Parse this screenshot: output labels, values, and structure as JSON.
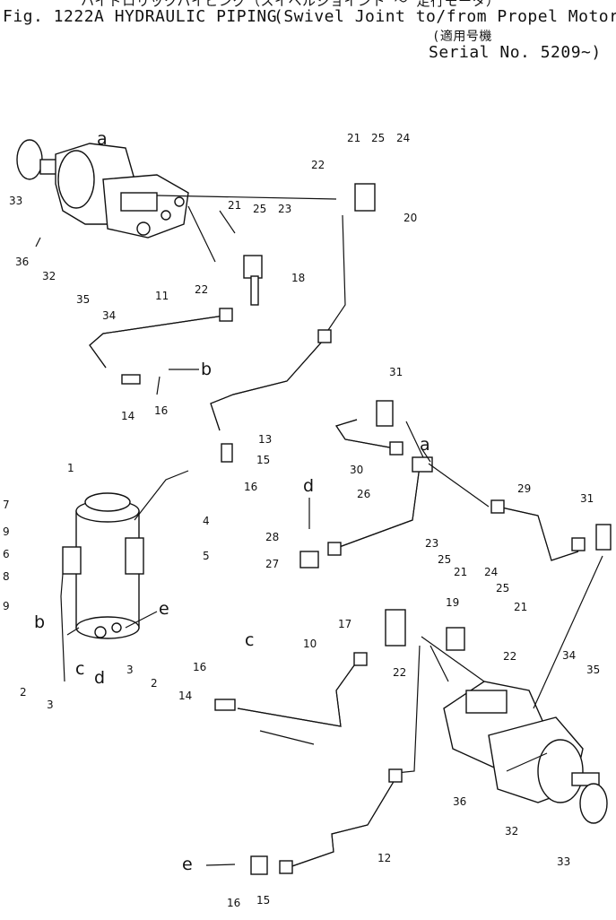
{
  "header": {
    "jp_line": "ハイドロリックパイピング（スイベルジョイント ～ 走行モータ）",
    "fig_title": "Fig. 1222A HYDRAULIC PIPING",
    "subtitle_paren": "(Swivel Joint to/from Propel Motor)",
    "applicable_jp": "(適用号機",
    "serial": "Serial No. 5209~)"
  },
  "callouts": [
    {
      "id": "c33a",
      "text": "33"
    },
    {
      "id": "c36a",
      "text": "36"
    },
    {
      "id": "c32a",
      "text": "32"
    },
    {
      "id": "c35a",
      "text": "35"
    },
    {
      "id": "c34a",
      "text": "34"
    },
    {
      "id": "c21a",
      "text": "21"
    },
    {
      "id": "c25a",
      "text": "25"
    },
    {
      "id": "c24a",
      "text": "24"
    },
    {
      "id": "c22a",
      "text": "22"
    },
    {
      "id": "c20",
      "text": "20"
    },
    {
      "id": "c21b",
      "text": "21"
    },
    {
      "id": "c25b",
      "text": "25"
    },
    {
      "id": "c23a",
      "text": "23"
    },
    {
      "id": "c22b",
      "text": "22"
    },
    {
      "id": "c18",
      "text": "18"
    },
    {
      "id": "c11",
      "text": "11"
    },
    {
      "id": "c14a",
      "text": "14"
    },
    {
      "id": "c16a",
      "text": "16"
    },
    {
      "id": "c13",
      "text": "13"
    },
    {
      "id": "c15a",
      "text": "15"
    },
    {
      "id": "c16b",
      "text": "16"
    },
    {
      "id": "c31a",
      "text": "31"
    },
    {
      "id": "c30",
      "text": "30"
    },
    {
      "id": "c26",
      "text": "26"
    },
    {
      "id": "c29",
      "text": "29"
    },
    {
      "id": "c31b",
      "text": "31"
    },
    {
      "id": "c1",
      "text": "1"
    },
    {
      "id": "c7",
      "text": "7"
    },
    {
      "id": "c4",
      "text": "4"
    },
    {
      "id": "c9a",
      "text": "9"
    },
    {
      "id": "c5",
      "text": "5"
    },
    {
      "id": "c6",
      "text": "6"
    },
    {
      "id": "c8",
      "text": "8"
    },
    {
      "id": "c9b",
      "text": "9"
    },
    {
      "id": "c28",
      "text": "28"
    },
    {
      "id": "c27",
      "text": "27"
    },
    {
      "id": "c23b",
      "text": "23"
    },
    {
      "id": "c25c",
      "text": "25"
    },
    {
      "id": "c21c",
      "text": "21"
    },
    {
      "id": "c24b",
      "text": "24"
    },
    {
      "id": "c25d",
      "text": "25"
    },
    {
      "id": "c21d",
      "text": "21"
    },
    {
      "id": "c17",
      "text": "17"
    },
    {
      "id": "c19",
      "text": "19"
    },
    {
      "id": "c10",
      "text": "10"
    },
    {
      "id": "c22c",
      "text": "22"
    },
    {
      "id": "c22d",
      "text": "22"
    },
    {
      "id": "c3a",
      "text": "3"
    },
    {
      "id": "c2a",
      "text": "2"
    },
    {
      "id": "c3b",
      "text": "3"
    },
    {
      "id": "c2b",
      "text": "2"
    },
    {
      "id": "c16c",
      "text": "16"
    },
    {
      "id": "c14b",
      "text": "14"
    },
    {
      "id": "c34b",
      "text": "34"
    },
    {
      "id": "c35b",
      "text": "35"
    },
    {
      "id": "c36b",
      "text": "36"
    },
    {
      "id": "c32b",
      "text": "32"
    },
    {
      "id": "c33b",
      "text": "33"
    },
    {
      "id": "c12",
      "text": "12"
    },
    {
      "id": "c16d",
      "text": "16"
    },
    {
      "id": "c15b",
      "text": "15"
    }
  ],
  "letters": [
    {
      "id": "la1",
      "text": "a"
    },
    {
      "id": "lb1",
      "text": "b"
    },
    {
      "id": "la2",
      "text": "a"
    },
    {
      "id": "ld1",
      "text": "d"
    },
    {
      "id": "lb2",
      "text": "b"
    },
    {
      "id": "le1",
      "text": "e"
    },
    {
      "id": "lc1",
      "text": "c"
    },
    {
      "id": "ld2",
      "text": "d"
    },
    {
      "id": "lc2",
      "text": "c"
    },
    {
      "id": "le2",
      "text": "e"
    }
  ]
}
